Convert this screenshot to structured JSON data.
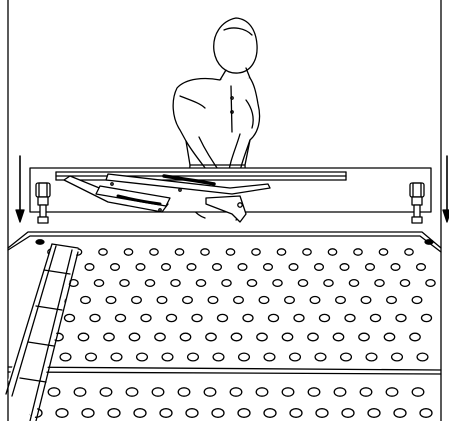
{
  "figure": {
    "stroke_color": "#000000",
    "background_color": "#ffffff",
    "elements": [
      "frame",
      "worker",
      "crossbar",
      "lifting-arm",
      "left-foot-bracket",
      "right-foot-bracket",
      "left-down-arrow-icon",
      "right-down-arrow-icon",
      "perforated-table",
      "ladder"
    ]
  }
}
